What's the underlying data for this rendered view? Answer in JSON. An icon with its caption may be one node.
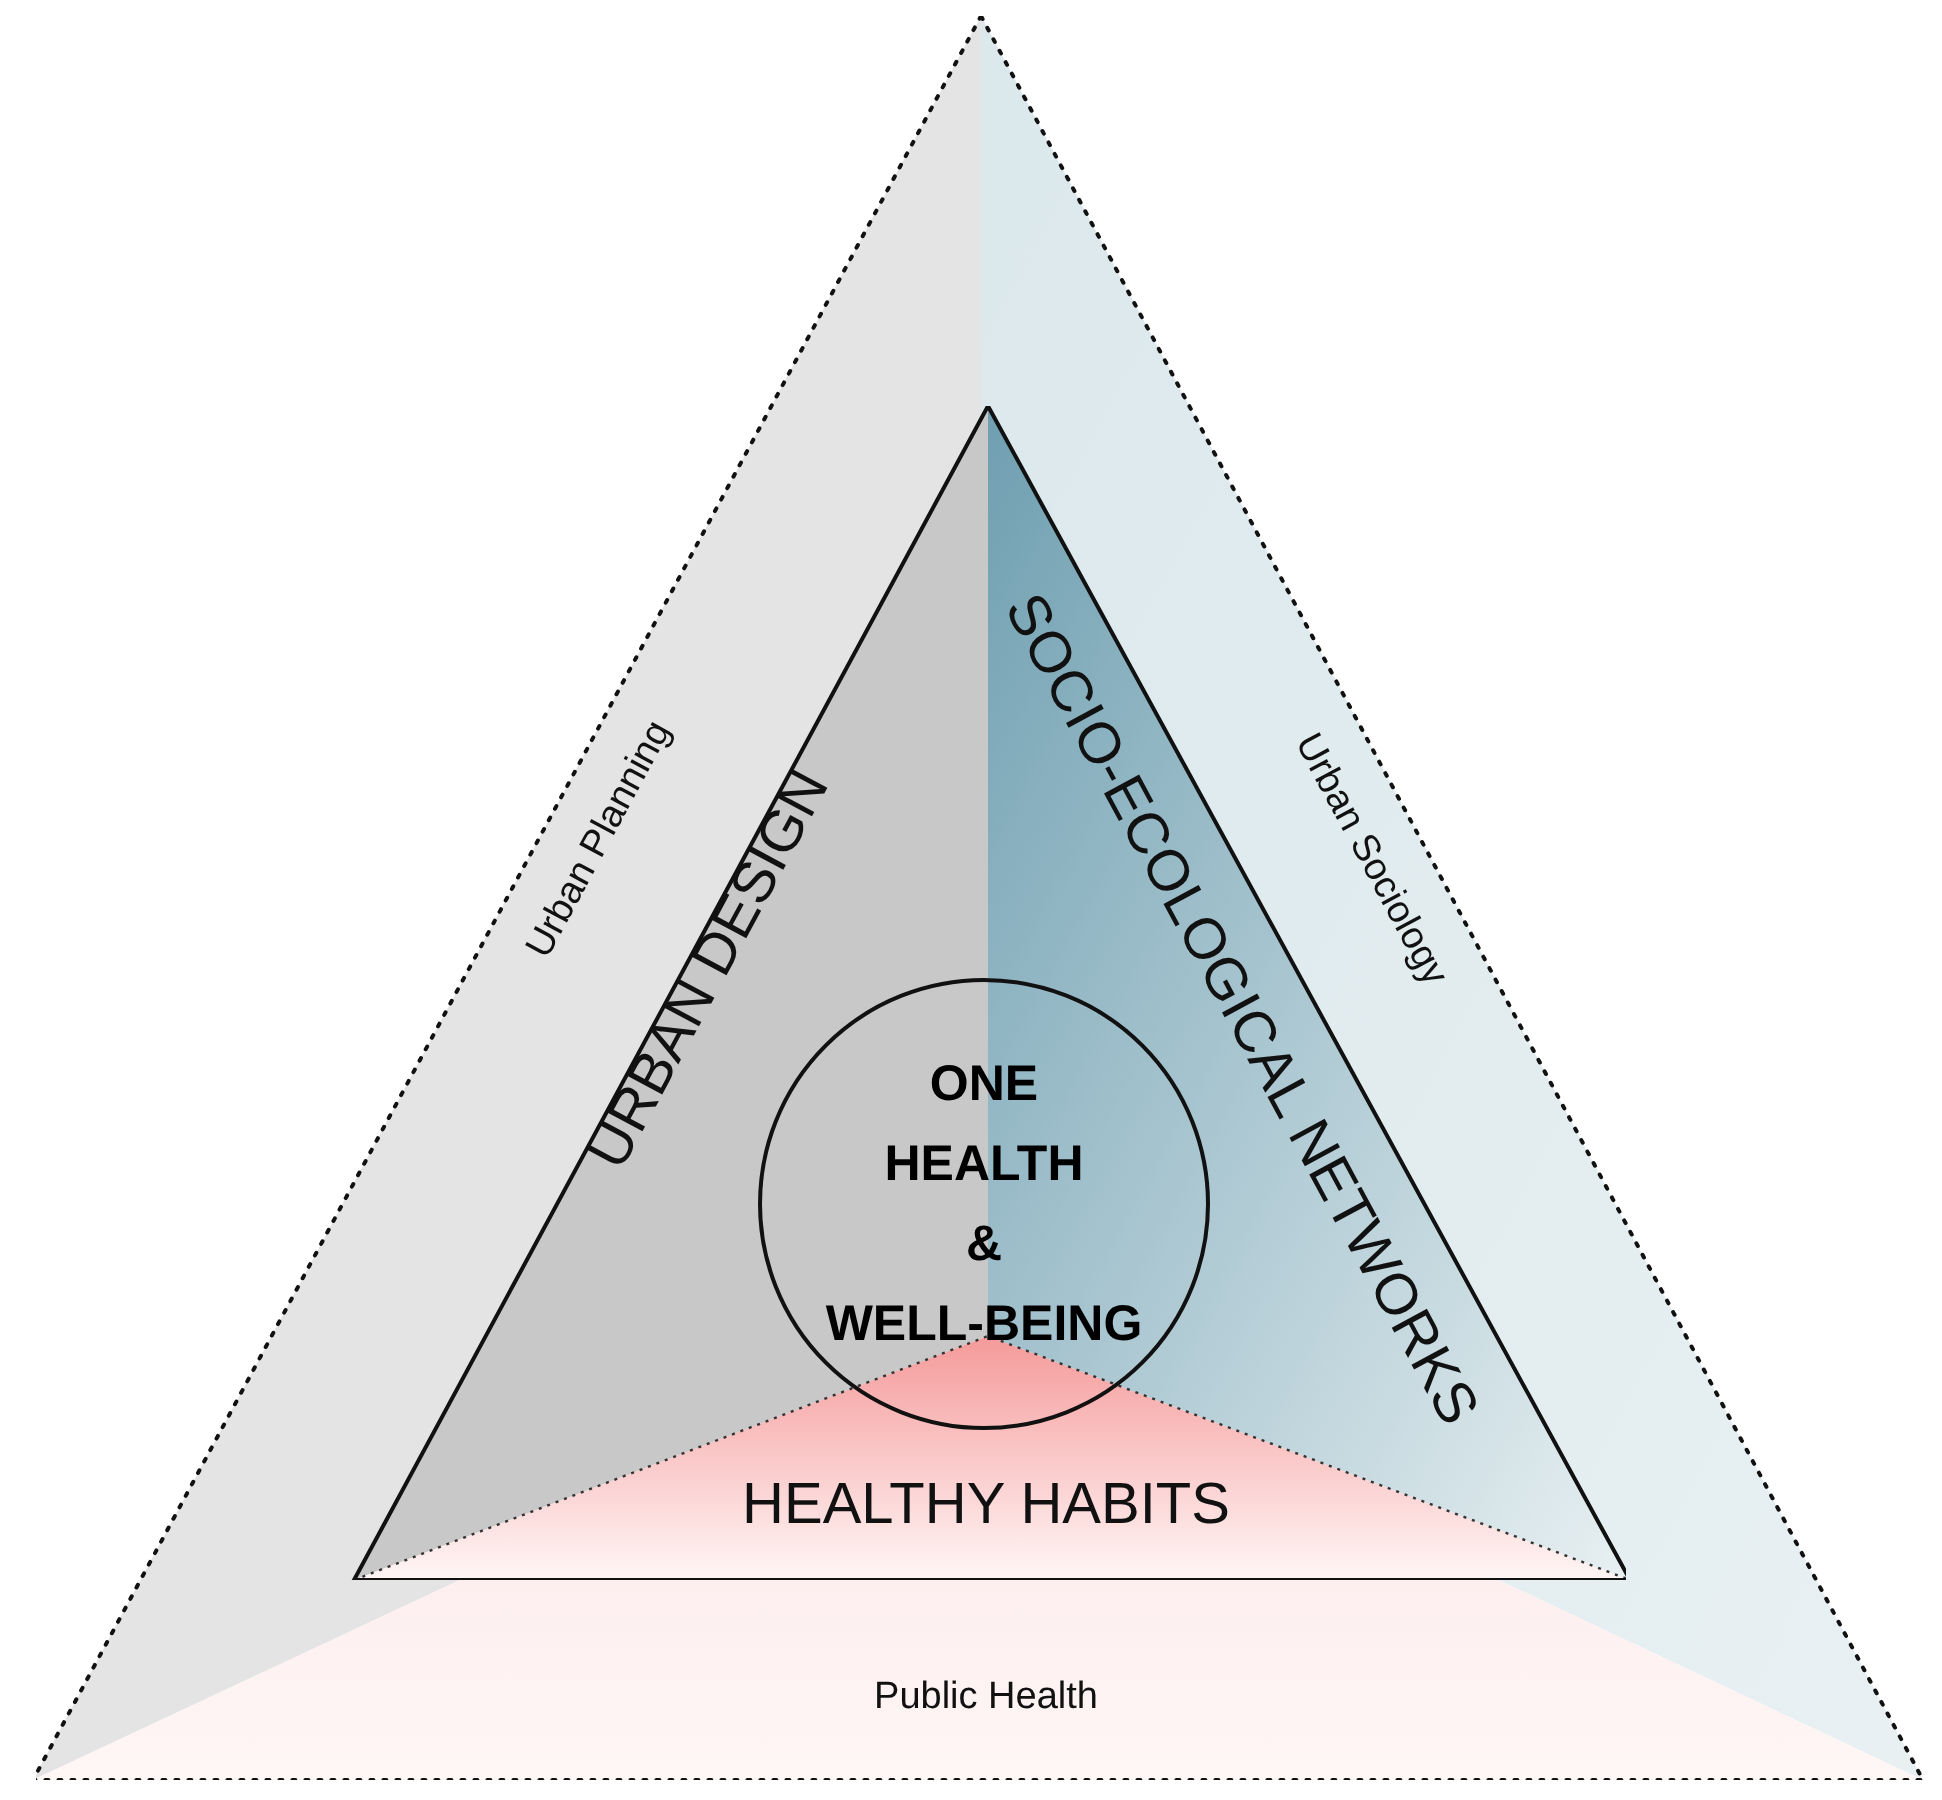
{
  "diagram": {
    "nodes": [
      {
        "text": [],
        "shape": "triangle"
      },
      {
        "text": [],
        "shape": "triangle",
        "in": 0
      },
      {
        "text": [
          "ONE HEALTH & WELL-BEING"
        ],
        "in": 1
      }
    ],
    "labels": [
      "Urban Planning",
      "Urban Sociology",
      "URBAN DESIGN",
      "SOCIO-ECOLOGICAL NETWORKS",
      "HEALTHY HABITS",
      "Public Health"
    ]
  }
}
